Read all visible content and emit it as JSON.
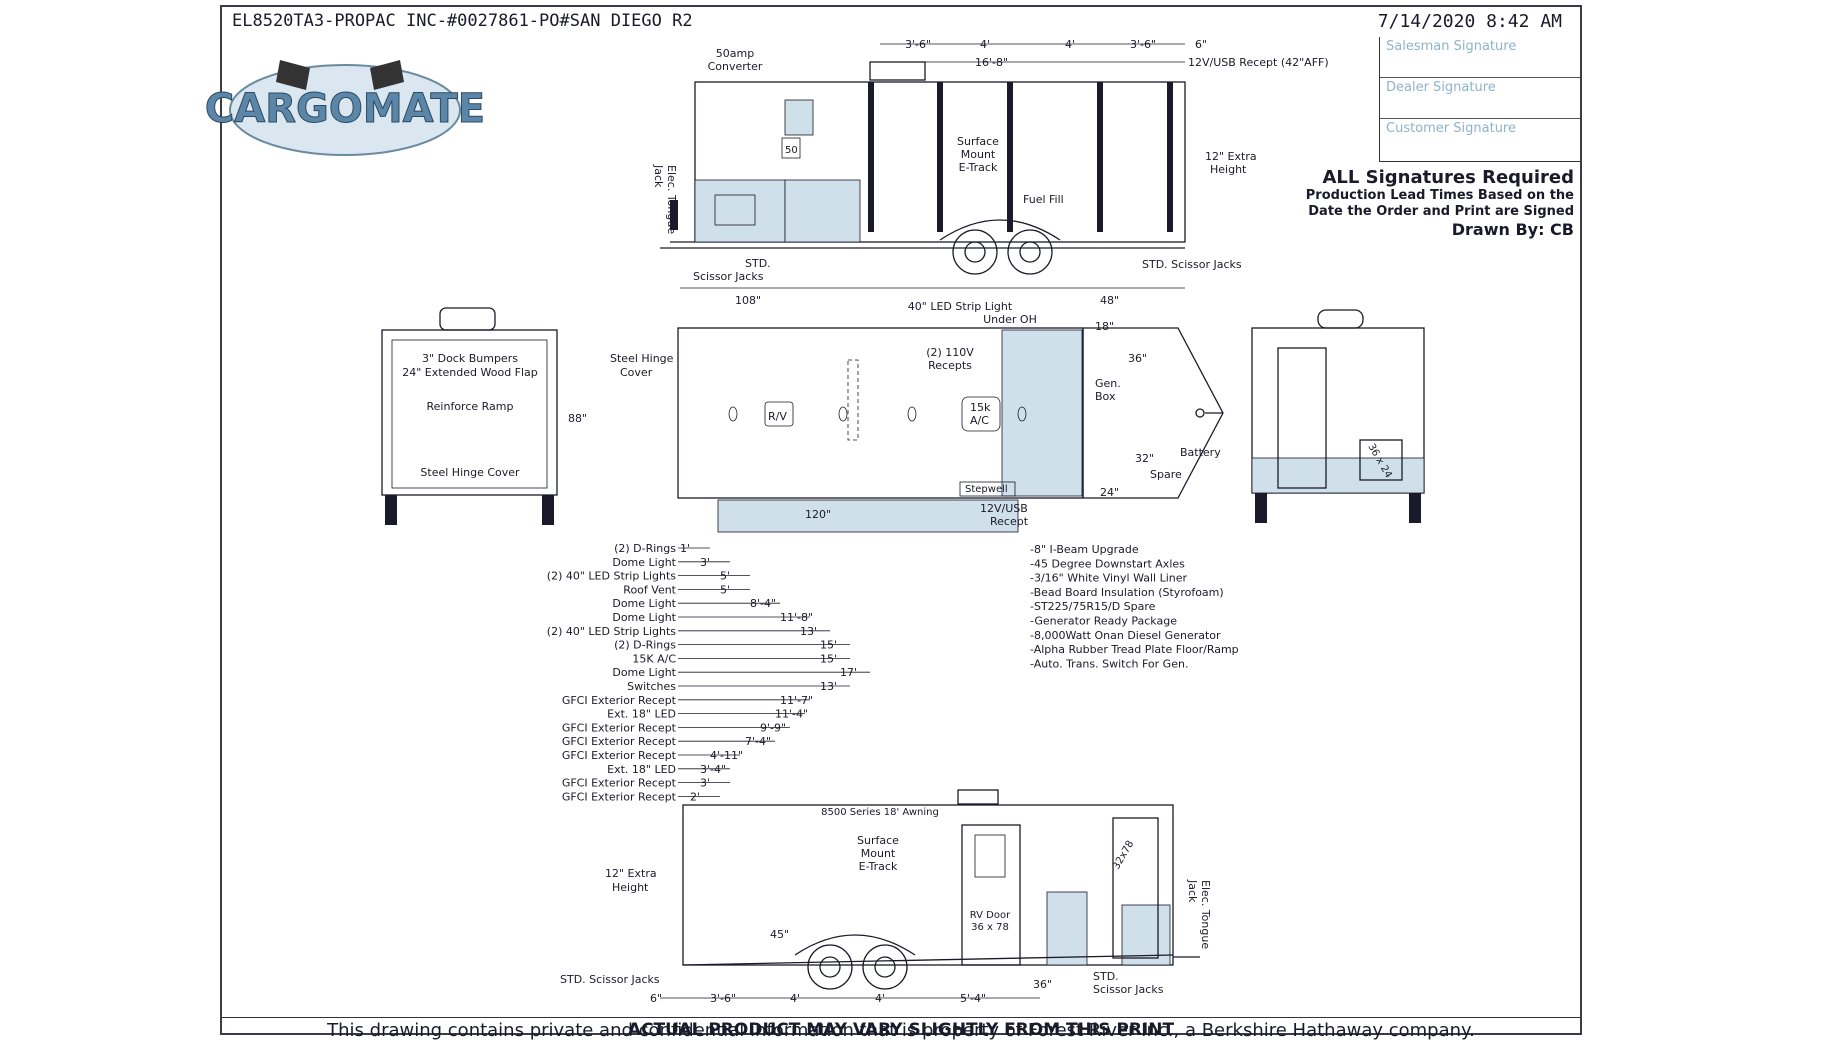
{
  "header": {
    "title": "EL8520TA3-PROPAC INC-#0027861-PO#SAN DIEGO R2",
    "datetime": "7/14/2020 8:42 AM"
  },
  "logo": {
    "text": "CARGOMATE"
  },
  "signatures": [
    "Salesman Signature",
    "Dealer Signature",
    "Customer Signature"
  ],
  "notes": {
    "required": "ALL Signatures Required",
    "lead1": "Production Lead Times Based on the",
    "lead2": "Date the Order and Print are Signed",
    "drawn": "Drawn By: CB"
  },
  "top_view": {
    "converter": [
      "50amp",
      "Converter"
    ],
    "dims": [
      "3'-6\"",
      "4'",
      "4'",
      "3'-6\"",
      "6\"",
      "16'-8\""
    ],
    "usb": "12V/USB Recept (42\"AFF)",
    "etrack": [
      "Surface",
      "Mount",
      "E-Track"
    ],
    "fuel": "Fuel Fill",
    "extra_height": [
      "12\" Extra",
      "Height"
    ],
    "jack": [
      "Elec. Tongue",
      "Jack"
    ],
    "std_left": [
      "STD.",
      "Scissor Jacks"
    ],
    "std_right": "STD. Scissor Jacks",
    "box50": "50"
  },
  "plan_view": {
    "d108": "108\"",
    "d48": "48\"",
    "d18": "18\"",
    "d36": "36\"",
    "d32": "32\"",
    "d24": "24\"",
    "d120": "120\"",
    "led": [
      "40\" LED Strip Light",
      "Under OH"
    ],
    "recepts": [
      "(2) 110V",
      "Recepts"
    ],
    "hinge": [
      "Steel Hinge",
      "Cover"
    ],
    "rv": "R/V",
    "ac": [
      "15k",
      "A/C"
    ],
    "gen": [
      "Gen.",
      "Box"
    ],
    "battery": "Battery",
    "spare": "Spare",
    "stepwell": "Stepwell",
    "usb": [
      "12V/USB",
      "Recept"
    ]
  },
  "rear_view": {
    "l1": "3\" Dock Bumpers",
    "l2": "24\" Extended Wood Flap",
    "l3": "Reinforce Ramp",
    "l4": "Steel Hinge Cover",
    "h": "88\""
  },
  "front_view": {
    "win": "36 x 24"
  },
  "callouts": [
    {
      "label": "(2) D-Rings",
      "dim": "1'"
    },
    {
      "label": "Dome Light",
      "dim": "3'"
    },
    {
      "label": "(2) 40\" LED Strip Lights",
      "dim": "5'"
    },
    {
      "label": "Roof Vent",
      "dim": "5'"
    },
    {
      "label": "Dome Light",
      "dim": "8'-4\""
    },
    {
      "label": "Dome Light",
      "dim": "11'-8\""
    },
    {
      "label": "(2) 40\" LED Strip Lights",
      "dim": "13'"
    },
    {
      "label": "(2) D-Rings",
      "dim": "15'"
    },
    {
      "label": "15K A/C",
      "dim": "15'"
    },
    {
      "label": "Dome Light",
      "dim": "17'"
    },
    {
      "label": "Switches",
      "dim": "13'"
    },
    {
      "label": "GFCI Exterior Recept",
      "dim": "11'-7\""
    },
    {
      "label": "Ext. 18\" LED",
      "dim": "11'-4\""
    },
    {
      "label": "GFCI Exterior Recept",
      "dim": "9'-9\""
    },
    {
      "label": "GFCI Exterior Recept",
      "dim": "7'-4\""
    },
    {
      "label": "GFCI Exterior Recept",
      "dim": "4'-11\""
    },
    {
      "label": "Ext. 18\" LED",
      "dim": "3'-4\""
    },
    {
      "label": "GFCI Exterior Recept",
      "dim": "3'"
    },
    {
      "label": "GFCI Exterior Recept",
      "dim": "2'"
    }
  ],
  "options": [
    "-8\" I-Beam Upgrade",
    "-45 Degree Downstart Axles",
    "-3/16\" White Vinyl Wall Liner",
    "-Bead Board Insulation (Styrofoam)",
    "-ST225/75R15/D Spare",
    "-Generator Ready Package",
    "-8,000Watt Onan Diesel Generator",
    "-Alpha Rubber Tread Plate Floor/Ramp",
    "-Auto. Trans. Switch For Gen."
  ],
  "bottom_view": {
    "awning": "8500 Series 18' Awning",
    "etrack": [
      "Surface",
      "Mount",
      "E-Track"
    ],
    "extra_height": [
      "12\" Extra",
      "Height"
    ],
    "rvdoor": [
      "RV Door",
      "36 x 78"
    ],
    "d45": "45\"",
    "door": "32x78",
    "jack": [
      "Elec. Tongue",
      "Jack"
    ],
    "std_left": "STD. Scissor Jacks",
    "std_right": [
      "STD.",
      "Scissor Jacks"
    ],
    "d36": "36\"",
    "dims": [
      "6\"",
      "3'-6\"",
      "4'",
      "4'",
      "5'-4\""
    ]
  },
  "footer": {
    "line1": "ACTUAL PRODUCT MAY VARY SLIGHTLY FROM THIS PRINT",
    "line2": "This drawing contains private and confidential information that is property of Forest River Inc., a Berkshire Hathaway company."
  }
}
